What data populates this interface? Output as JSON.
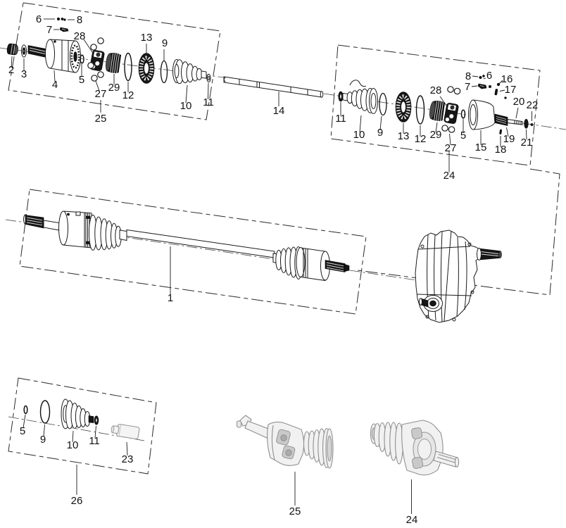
{
  "figure": {
    "type": "exploded-parts-diagram",
    "subject": "drive shaft with CV joints and transfer case"
  },
  "colors": {
    "background": "#ffffff",
    "line": "#1a1a1a",
    "boundary": "#2a2a2a",
    "gray_part": "#8f8f8f"
  },
  "labels": {
    "tl": {
      "n6": "6",
      "n8": "8",
      "n7": "7",
      "n28": "28",
      "n13": "13",
      "n9": "9",
      "n2": "2",
      "n3": "3",
      "n4": "4",
      "n5": "5",
      "n29": "29",
      "n27": "27",
      "n12": "12",
      "n10": "10",
      "n11": "11",
      "n25": "25"
    },
    "shaft": {
      "n14": "14"
    },
    "tr": {
      "n8": "8",
      "n6": "6",
      "n16": "16",
      "n7": "7",
      "n17": "17",
      "n28": "28",
      "n20": "20",
      "n22": "22",
      "n11": "11",
      "n10": "10",
      "n9": "9",
      "n13": "13",
      "n12": "12",
      "n29": "29",
      "n27": "27",
      "n5": "5",
      "n15": "15",
      "n18": "18",
      "n19": "19",
      "n21": "21",
      "n24": "24"
    },
    "axle": {
      "n1": "1"
    },
    "bl": {
      "n5": "5",
      "n9": "9",
      "n10": "10",
      "n11": "11",
      "n23": "23",
      "n26": "26"
    },
    "bottom": {
      "n25": "25",
      "n24": "24"
    }
  }
}
